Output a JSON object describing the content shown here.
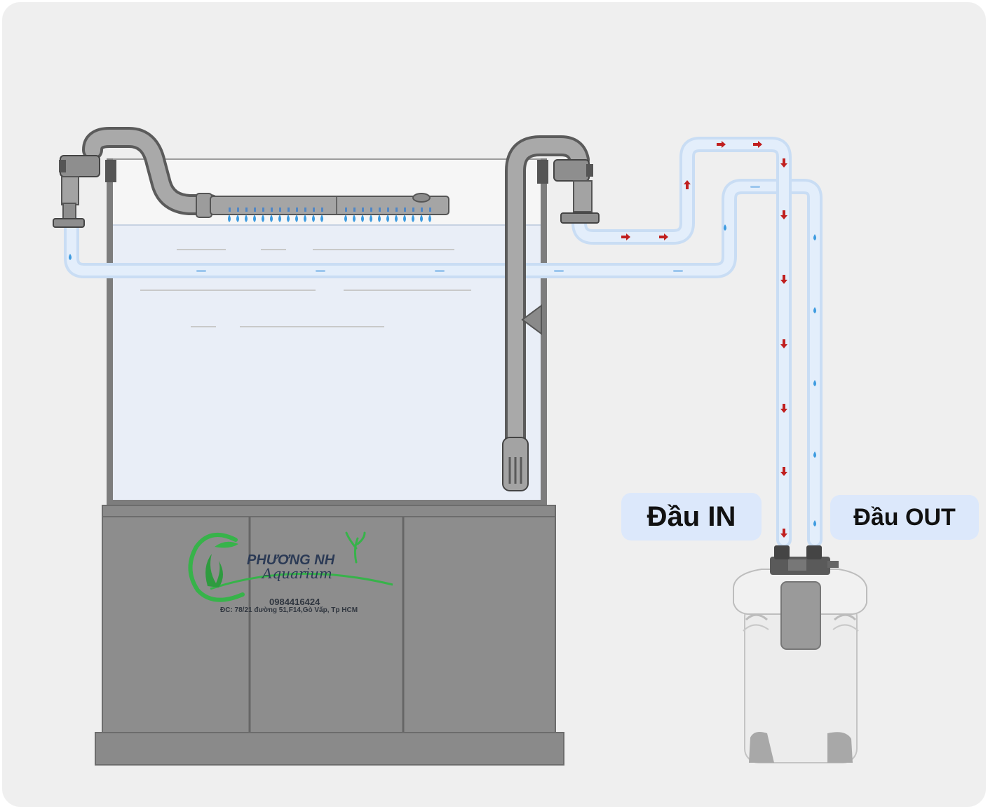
{
  "labels": {
    "inlet": "Đầu IN",
    "outlet": "Đầu OUT"
  },
  "watermark": {
    "brand": "PHƯƠNG NH",
    "subtitle": "Aquarium",
    "phone": "0984416424",
    "address": "ĐC: 78/21 đường 51,F14,Gò Vấp, Tp HCM"
  },
  "colors": {
    "background": "#efefef",
    "cabinet": "#8d8d8d",
    "tank_frame": "#7a7a7a",
    "water": "#e9eef7",
    "hose": "#dbe9f8",
    "flow_in_arrow": "#c01f1f",
    "flow_out_drop": "#3d9be0",
    "label_pill": "#dce8fb",
    "logo_green": "#37b34a"
  }
}
